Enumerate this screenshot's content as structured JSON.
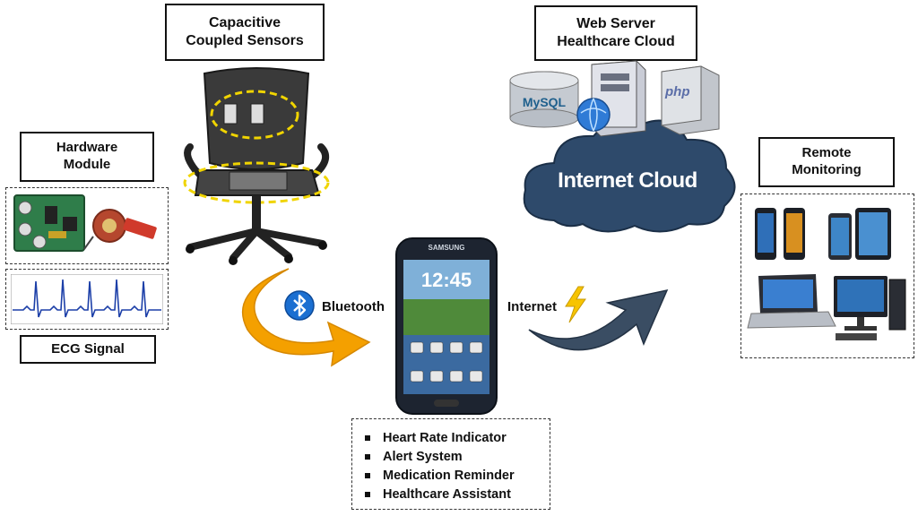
{
  "labels": {
    "capacitive_sensors": "Capacitive\nCoupled Sensors",
    "hardware_module": "Hardware\nModule",
    "ecg_signal": "ECG Signal",
    "web_server": "Web Server\nHealthcare Cloud",
    "remote_monitoring": "Remote\nMonitoring",
    "internet_cloud": "Internet Cloud",
    "bluetooth": "Bluetooth",
    "internet": "Internet",
    "mysql_logo": "MySQL",
    "php_logo": "php",
    "phone_brand": "SAMSUNG",
    "phone_time": "12:45"
  },
  "features": [
    "Heart Rate Indicator",
    "Alert System",
    "Medication Reminder",
    "Healthcare Assistant"
  ],
  "colors": {
    "cloud": "#2e4a6b",
    "bluetooth_arrow": "#f4a000",
    "internet_arrow": "#3a4d63",
    "bluetooth_icon": "#1b6fd1",
    "lightning": "#f7c400"
  }
}
